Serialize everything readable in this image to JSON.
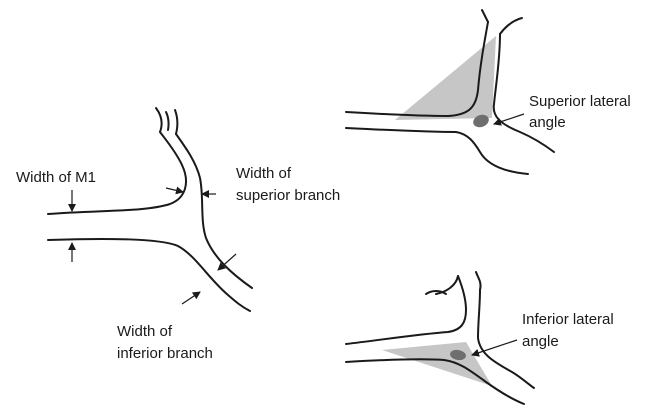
{
  "labels": {
    "width_m1": "Width of M1",
    "width_superior_1": "Width of",
    "width_superior_2": "superior branch",
    "width_inferior_1": "Width of",
    "width_inferior_2": "inferior branch",
    "superior_lateral_1": "Superior lateral",
    "superior_lateral_2": "angle",
    "inferior_lateral_1": "Inferior lateral",
    "inferior_lateral_2": "angle"
  },
  "colors": {
    "line": "#1a1a1a",
    "shade": "#b8b8b8",
    "angle_marker": "#6e6e6e"
  }
}
